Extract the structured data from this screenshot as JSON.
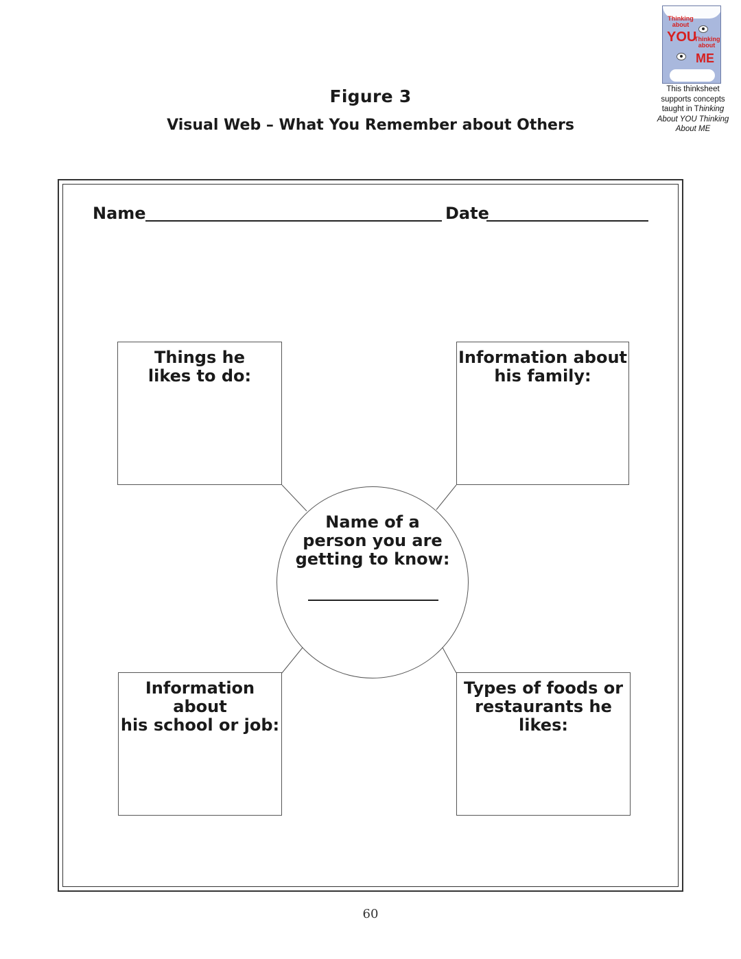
{
  "book": {
    "cover_title_1": "Thinking about",
    "cover_title_you": "YOU",
    "cover_title_2": "Thinking about",
    "cover_title_me": "ME",
    "caption_line1": "This thinksheet supports concepts taught in T",
    "caption_italic": "hinking About YOU Thinking About ME"
  },
  "header": {
    "figure": "Figure 3",
    "subtitle": "Visual Web – What You Remember about Others"
  },
  "form": {
    "name_label": "Name",
    "date_label": "Date"
  },
  "web": {
    "top_left": "Things he\nlikes to do:",
    "top_right": "Information about\nhis family:",
    "bottom_left": "Information about\nhis school or job:",
    "bottom_right": "Types of foods or\nrestaurants he likes:",
    "center": "Name of a\nperson you are\ngetting to know:"
  },
  "footer": {
    "page_number": "60"
  }
}
